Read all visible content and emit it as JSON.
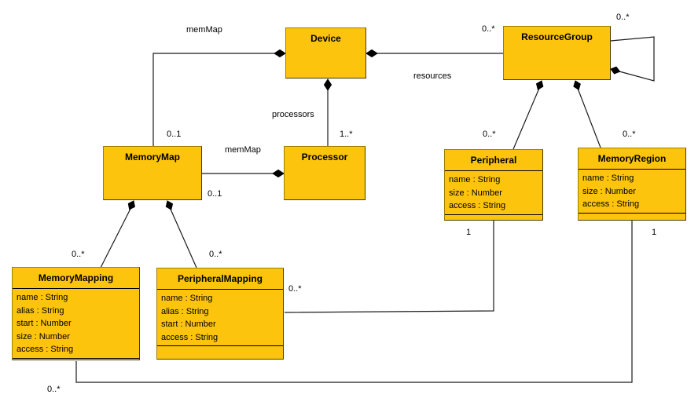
{
  "diagram_type": "uml-class-diagram",
  "colors": {
    "class_fill": "#FCC40C",
    "class_border": "#A07D00",
    "line": "#1A1A1A",
    "background": "#FFFFFF"
  },
  "classes": [
    {
      "name": "Device",
      "attributes": []
    },
    {
      "name": "ResourceGroup",
      "attributes": []
    },
    {
      "name": "MemoryMap",
      "attributes": []
    },
    {
      "name": "Processor",
      "attributes": []
    },
    {
      "name": "Peripheral",
      "attributes": [
        "name : String",
        "size : Number",
        "access : String"
      ]
    },
    {
      "name": "MemoryRegion",
      "attributes": [
        "name : String",
        "size : Number",
        "access : String"
      ]
    },
    {
      "name": "MemoryMapping",
      "attributes": [
        "name : String",
        "alias : String",
        "start : Number",
        "size : Number",
        "access : String"
      ]
    },
    {
      "name": "PeripheralMapping",
      "attributes": [
        "name : String",
        "alias : String",
        "start : Number",
        "access : String"
      ]
    }
  ],
  "associations": {
    "device_memmap": {
      "label": "memMap",
      "multiplicity": "0..1"
    },
    "device_resources": {
      "label": "resources",
      "multiplicity": "0..*"
    },
    "device_processors": {
      "label": "processors",
      "multiplicity": "1..*"
    },
    "memmap_processor": {
      "label": "memMap",
      "multiplicity": "0..1"
    },
    "resourcegroup_self": {
      "multiplicity": "0..*"
    },
    "resourcegroup_peripheral": {
      "multiplicity": "0..*"
    },
    "resourcegroup_memoryregion": {
      "multiplicity": "0..*"
    },
    "memmap_memorymapping": {
      "multiplicity": "0..*"
    },
    "memmap_peripheralmapping": {
      "multiplicity": "0..*"
    },
    "peripheral_peripheralmapping": {
      "peripheral_mult": "1",
      "mapping_mult": "0..*"
    },
    "memoryregion_memorymapping": {
      "memoryregion_mult": "1",
      "mapping_mult": "0..*"
    }
  }
}
